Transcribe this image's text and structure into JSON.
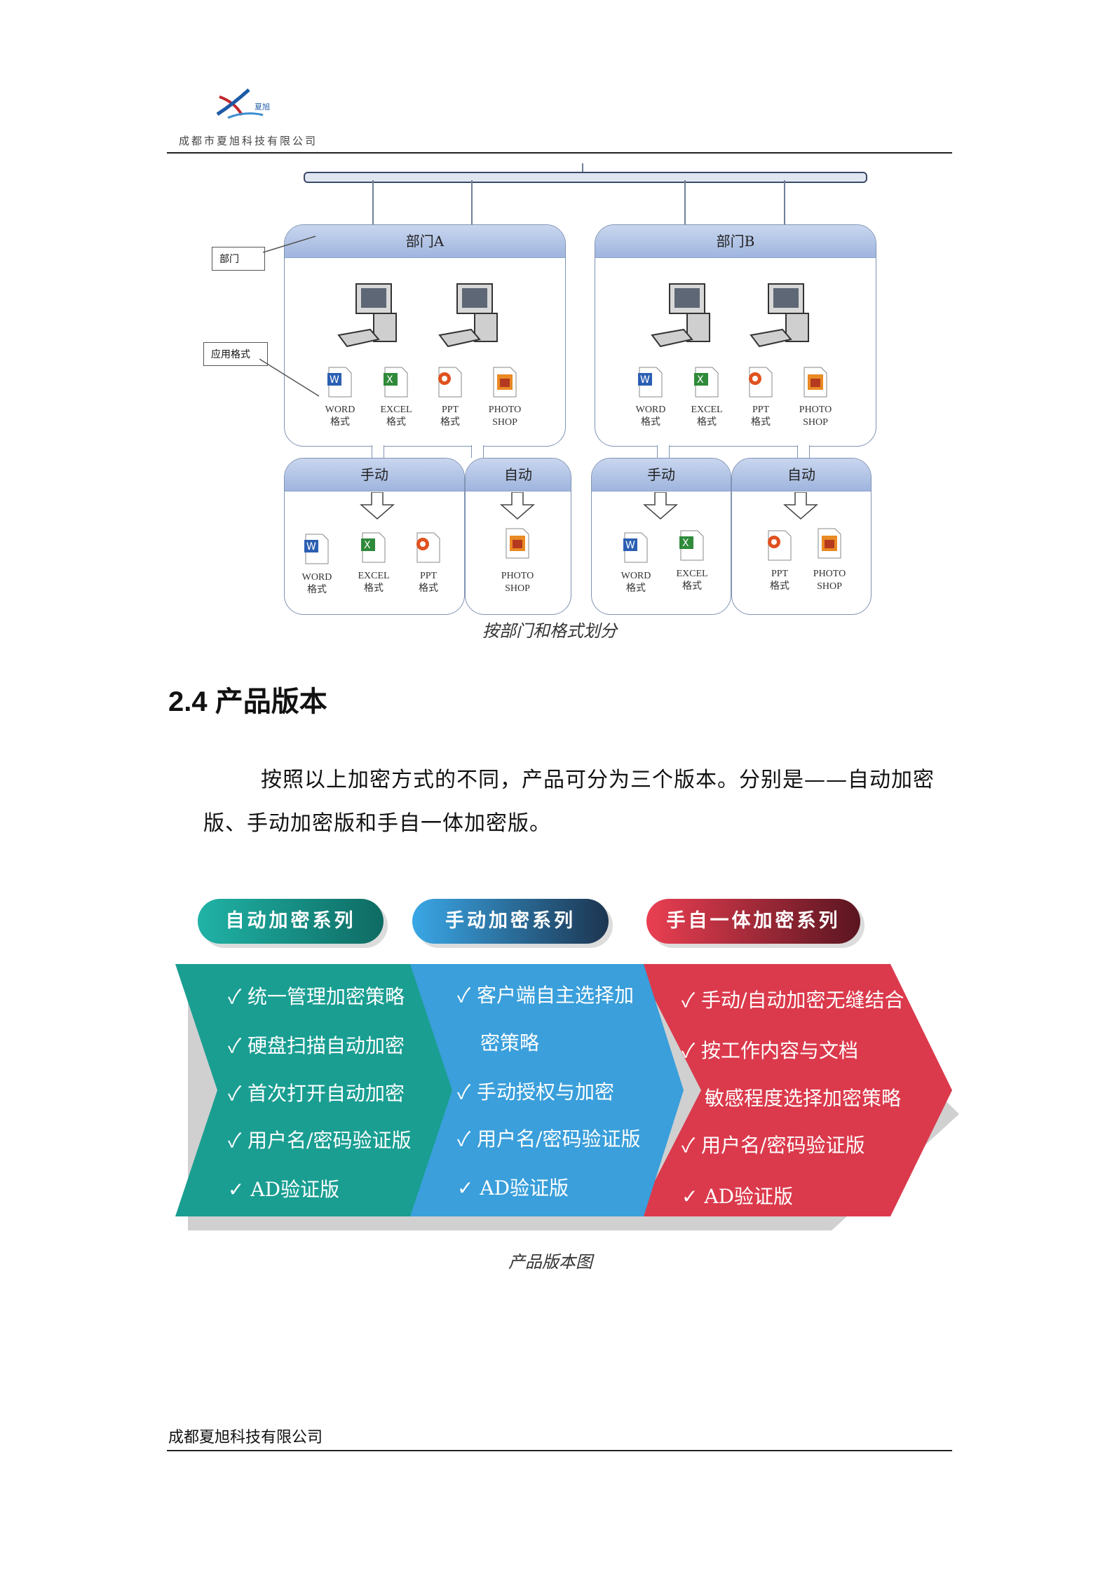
{
  "header": {
    "company_small": "成都市夏旭科技有限公司",
    "logo_text": "夏旭"
  },
  "diagram": {
    "callout_dept": "部门",
    "callout_format": "应用格式",
    "dept_a": "部门A",
    "dept_b": "部门B",
    "manual": "手动",
    "auto": "自动",
    "fmt_word": [
      "WORD",
      "格式"
    ],
    "fmt_excel": [
      "EXCEL",
      "格式"
    ],
    "fmt_ppt": [
      "PPT",
      "格式"
    ],
    "fmt_ps": [
      "PHOTO",
      "SHOP"
    ],
    "caption": "按部门和格式划分"
  },
  "section": {
    "title": "2.4 产品版本",
    "para_line1": "按照以上加密方式的不同，产品可分为三个版本。分别是——自动加密",
    "para_line2": "版、手动加密版和手自一体加密版。"
  },
  "versions": {
    "auto": {
      "title": "自动加密系列",
      "color": "#1a9e92",
      "items": [
        "统一管理加密策略",
        "硬盘扫描自动加密",
        "首次打开自动加密",
        "用户名/密码验证版",
        "AD验证版"
      ]
    },
    "manual": {
      "title": "手动加密系列",
      "color": "#3a9fdb",
      "items": [
        "客户端自主选择加",
        "密策略",
        "手动授权与加密",
        "用户名/密码验证版",
        "AD验证版"
      ]
    },
    "mixed": {
      "title": "手自一体加密系列",
      "color": "#db3a4c",
      "items": [
        "手动/自动加密无缝结合",
        "按工作内容与文档",
        "敏感程度选择加密策略",
        "用户名/密码验证版",
        "AD验证版"
      ]
    },
    "check": "✓",
    "caption": "产品版本图"
  },
  "footer": {
    "company": "成都夏旭科技有限公司"
  }
}
